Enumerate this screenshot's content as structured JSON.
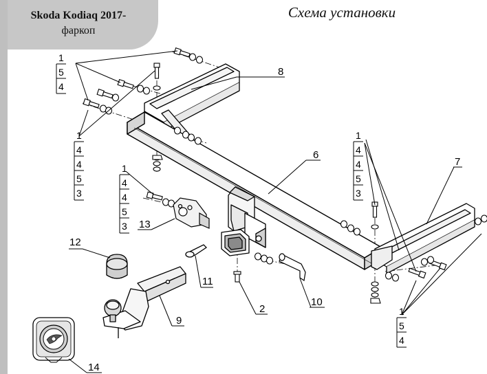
{
  "header": {
    "model": "Skoda Kodiaq 2017-",
    "product": "фаркоп",
    "title": "Схема установки"
  },
  "callouts": [
    "8",
    "6",
    "7",
    "13",
    "12",
    "11",
    "2",
    "10",
    "9",
    "14"
  ],
  "item_columns": [
    [
      "1",
      "5",
      "4"
    ],
    [
      "1",
      "4",
      "4",
      "5",
      "3"
    ],
    [
      "1",
      "4",
      "4",
      "5",
      "3"
    ],
    [
      "1",
      "4",
      "4",
      "5",
      "3"
    ],
    [
      "1",
      "5",
      "4"
    ]
  ]
}
